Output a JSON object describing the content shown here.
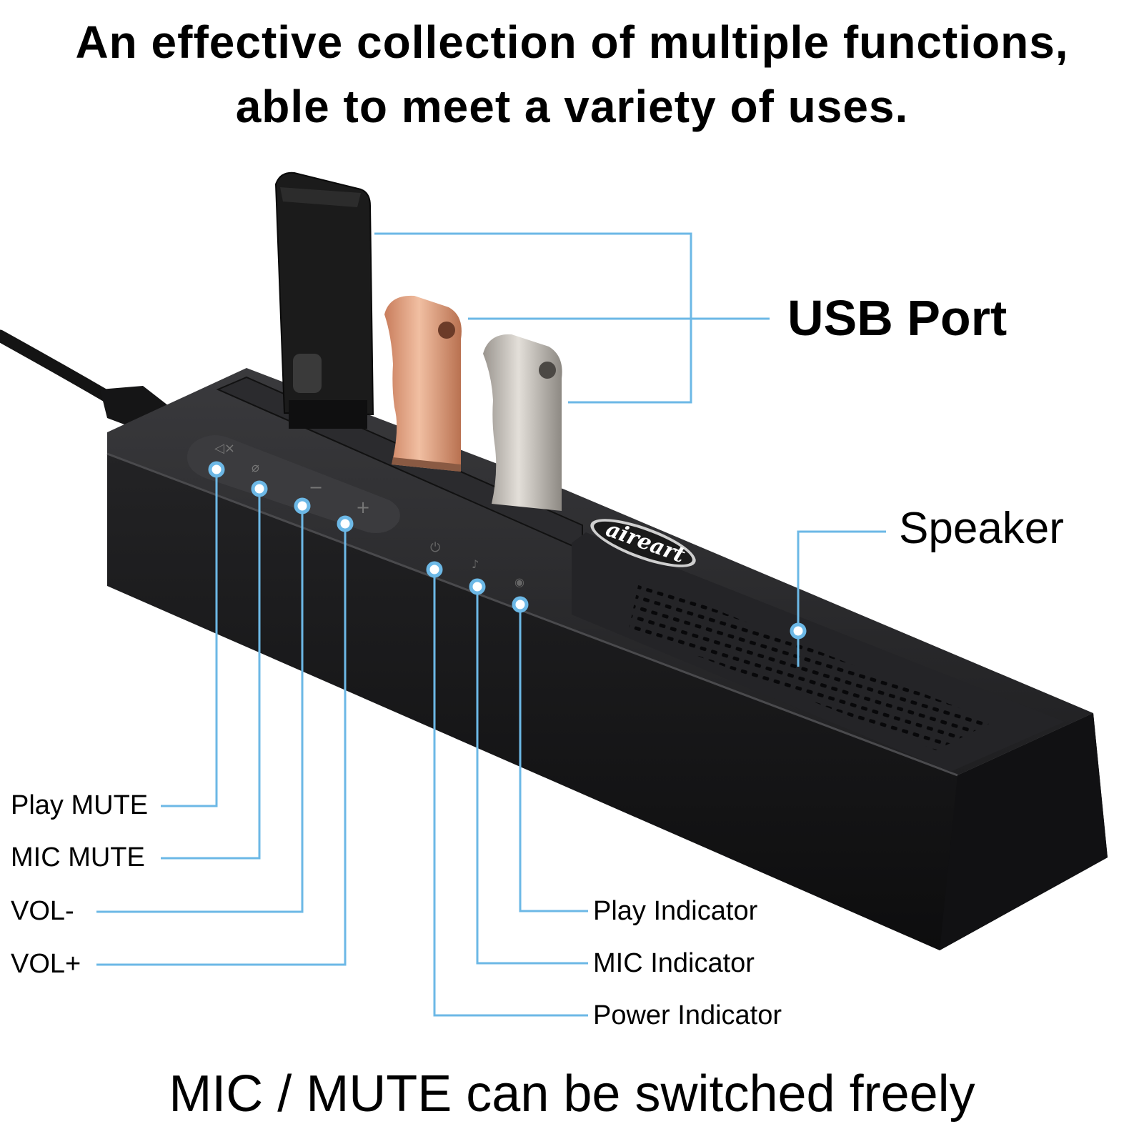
{
  "headline": {
    "line1": "An effective collection of multiple functions,",
    "line2": "able to meet a variety of uses."
  },
  "labels": {
    "usb_port": "USB Port",
    "speaker": "Speaker",
    "play_mute": "Play MUTE",
    "mic_mute": "MIC MUTE",
    "vol_minus": "VOL-",
    "vol_plus": "VOL+",
    "play_indicator": "Play Indicator",
    "mic_indicator": "MIC Indicator",
    "power_indicator": "Power Indicator"
  },
  "brand": "aireart",
  "footer": "MIC / MUTE can be switched freely",
  "colors": {
    "leader_line": "#6cb8e6",
    "device_body": "#1c1c1e",
    "rose_gold_drive": "#e3a383",
    "silver_drive": "#c9c4bd"
  }
}
